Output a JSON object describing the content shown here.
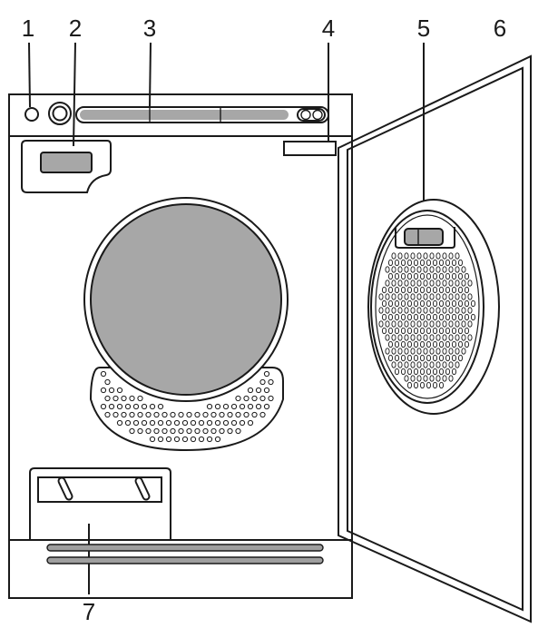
{
  "callouts": [
    {
      "id": "1",
      "label": "1"
    },
    {
      "id": "2",
      "label": "2"
    },
    {
      "id": "3",
      "label": "3"
    },
    {
      "id": "4",
      "label": "4"
    },
    {
      "id": "5",
      "label": "5"
    },
    {
      "id": "6",
      "label": "6"
    },
    {
      "id": "7",
      "label": "7"
    }
  ],
  "colors": {
    "outline": "#1a1a1a",
    "fill_gray": "#a7a7a7",
    "background": "#ffffff"
  }
}
